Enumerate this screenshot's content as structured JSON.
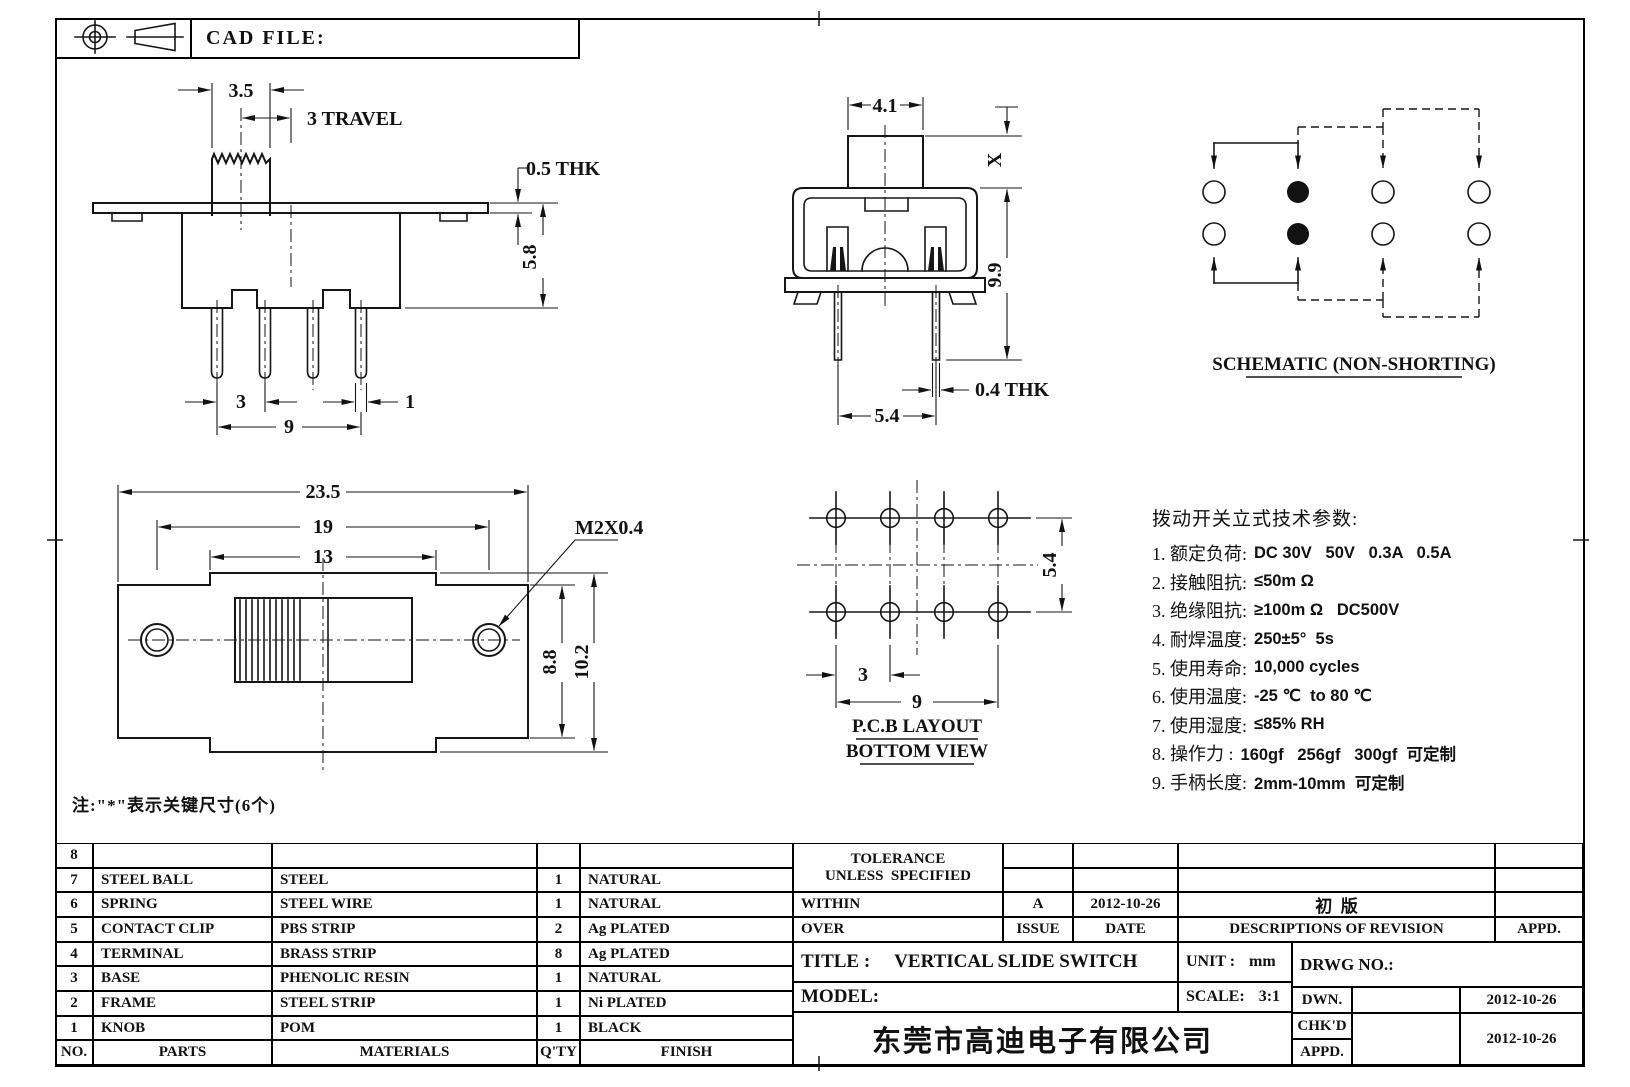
{
  "header": {
    "cad_file_label": "CAD FILE:"
  },
  "front_view": {
    "dim_knob_width": "3.5",
    "dim_travel": "3 TRAVEL",
    "dim_flange_thickness": "0.5 THK",
    "dim_body_height": "5.8",
    "dim_pin_pitch": "3",
    "dim_pin_width": "1",
    "dim_pin_span": "9"
  },
  "side_view": {
    "dim_knob_width": "4.1",
    "dim_handle_height": "X",
    "dim_total_height": "9.9",
    "dim_terminal_thickness": "0.4 THK",
    "dim_pin_pitch": "5.4"
  },
  "schematic": {
    "caption": "SCHEMATIC (NON-SHORTING)"
  },
  "top_view": {
    "dim_total_width": "23.5",
    "dim_hole_span": "19",
    "dim_frame_width": "13",
    "screw_spec": "M2X0.4",
    "dim_inner_height": "8.8",
    "dim_outer_height": "10.2"
  },
  "pcb_layout": {
    "dim_row_pitch": "5.4",
    "dim_hole_pitch": "3",
    "dim_span": "9",
    "caption_line1": "P.C.B LAYOUT",
    "caption_line2": "BOTTOM VIEW"
  },
  "note": "注:\"*\"表示关键尺寸(6个)",
  "specs": {
    "title": "拨动开关立式技术参数:",
    "items": [
      {
        "label": "1. 额定负荷:",
        "value": "DC 30V   50V   0.3A   0.5A"
      },
      {
        "label": "2. 接触阻抗:",
        "value": "≤50m Ω"
      },
      {
        "label": "3. 绝缘阻抗:",
        "value": "≥100m Ω   DC500V"
      },
      {
        "label": "4. 耐焊温度:",
        "value": "250±5°  5s"
      },
      {
        "label": "5. 使用寿命:",
        "value": "10,000 cycles"
      },
      {
        "label": "6. 使用温度:",
        "value": "-25 ℃  to 80 ℃"
      },
      {
        "label": "7. 使用湿度:",
        "value": "≤85% RH"
      },
      {
        "label": "8. 操作力 :",
        "value": "160gf   256gf   300gf  可定制"
      },
      {
        "label": "9. 手柄长度:",
        "value": "2mm-10mm  可定制"
      }
    ]
  },
  "parts_table": {
    "headers": {
      "no": "NO.",
      "parts": "PARTS",
      "materials": "MATERIALS",
      "qty": "Q'TY",
      "finish": "FINISH"
    },
    "rows": [
      {
        "no": "8",
        "part": "",
        "material": "",
        "qty": "",
        "finish": ""
      },
      {
        "no": "7",
        "part": "STEEL BALL",
        "material": "STEEL",
        "qty": "1",
        "finish": "NATURAL"
      },
      {
        "no": "6",
        "part": "SPRING",
        "material": "STEEL WIRE",
        "qty": "1",
        "finish": "NATURAL"
      },
      {
        "no": "5",
        "part": "CONTACT CLIP",
        "material": "PBS STRIP",
        "qty": "2",
        "finish": "Ag PLATED"
      },
      {
        "no": "4",
        "part": "TERMINAL",
        "material": "BRASS STRIP",
        "qty": "8",
        "finish": "Ag PLATED"
      },
      {
        "no": "3",
        "part": "BASE",
        "material": "PHENOLIC RESIN",
        "qty": "1",
        "finish": "NATURAL"
      },
      {
        "no": "2",
        "part": "FRAME",
        "material": "STEEL STRIP",
        "qty": "1",
        "finish": "Ni PLATED"
      },
      {
        "no": "1",
        "part": "KNOB",
        "material": "POM",
        "qty": "1",
        "finish": "BLACK"
      }
    ]
  },
  "title_block": {
    "tolerance_line1": "TOLERANCE",
    "tolerance_line2": "UNLESS  SPECIFIED",
    "within_label": "WITHIN",
    "over_label": "OVER",
    "issue_value": "A",
    "issue_label": "ISSUE",
    "date_value": "2012-10-26",
    "date_label": "DATE",
    "revision_description": "初  版",
    "revision_header": "DESCRIPTIONS OF REVISION",
    "appd_header": "APPD.",
    "title_label": "TITLE :",
    "title_value": "VERTICAL SLIDE SWITCH",
    "unit_label": "UNIT :",
    "unit_value": "mm",
    "drwg_no_label": "DRWG NO.:",
    "model_label": "MODEL:",
    "scale_label": "SCALE:",
    "scale_value": "3:1",
    "dwn_label": "DWN.",
    "dwn_date": "2012-10-26",
    "chkd_label": "CHK'D",
    "appd_label": "APPD.",
    "chkd_appd_date": "2012-10-26",
    "company": "东莞市高迪电子有限公司"
  }
}
